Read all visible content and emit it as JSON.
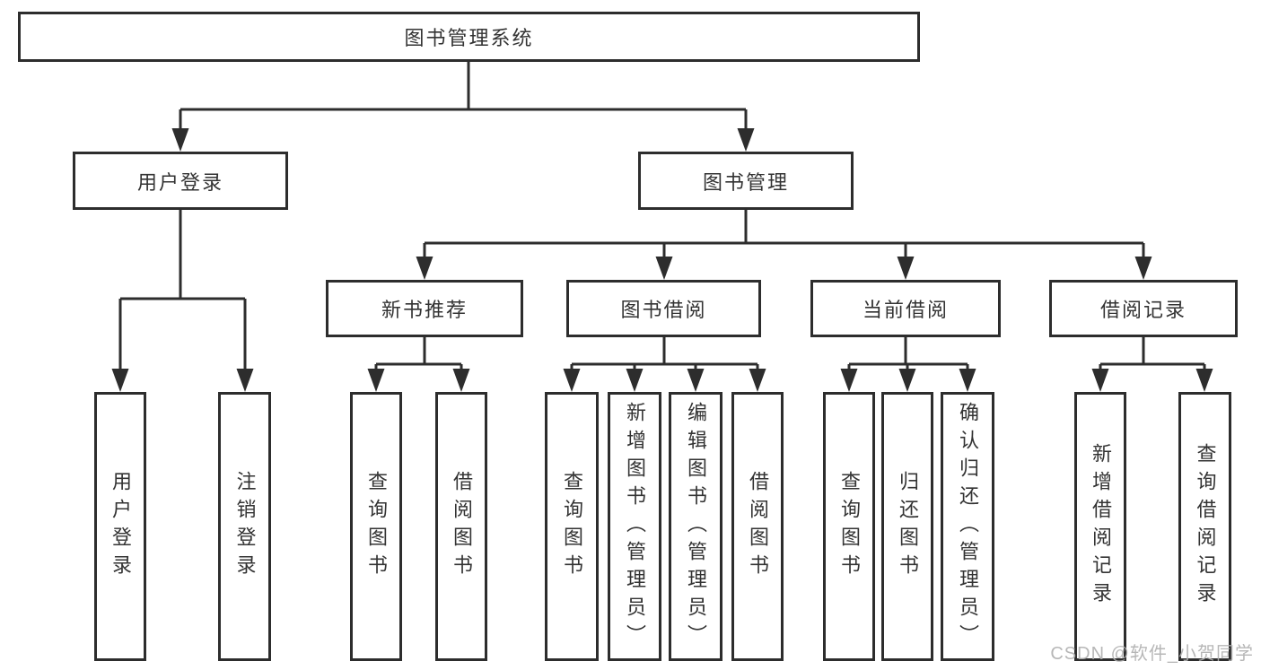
{
  "diagram": {
    "root": {
      "label": "图书管理系统"
    },
    "level2": [
      {
        "label": "用户登录"
      },
      {
        "label": "图书管理"
      }
    ],
    "level3": [
      {
        "label": "新书推荐"
      },
      {
        "label": "图书借阅"
      },
      {
        "label": "当前借阅"
      },
      {
        "label": "借阅记录"
      }
    ],
    "leaves": {
      "user_login": [
        "用户登录",
        "注销登录"
      ],
      "new_book": [
        "查询图书",
        "借阅图书"
      ],
      "borrow": [
        "查询图书",
        "新增图书（管理员）",
        "编辑图书（管理员）",
        "借阅图书"
      ],
      "current": [
        "查询图书",
        "归还图书",
        "确认归还（管理员）"
      ],
      "records": [
        "新增借阅记录",
        "查询借阅记录"
      ]
    }
  },
  "watermark": {
    "text": "CSDN @软件_小贺同学"
  },
  "colors": {
    "line": "#2d2d2d",
    "text": "#333333",
    "watermark": "#b0b0b0",
    "background": "#ffffff"
  }
}
